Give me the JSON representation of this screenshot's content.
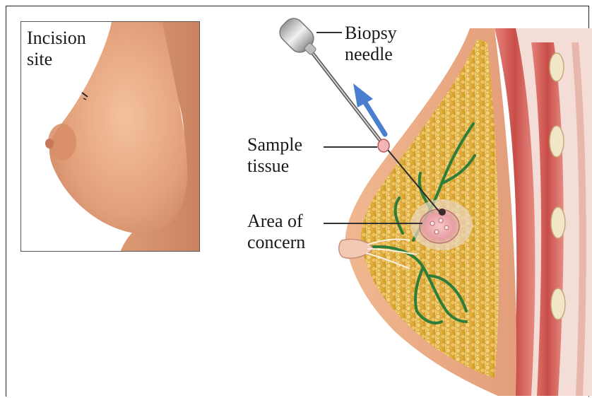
{
  "inset": {
    "label_line1": "Incision",
    "label_line2": "site"
  },
  "labels": {
    "needle_line1": "Biopsy",
    "needle_line2": "needle",
    "sample_line1": "Sample",
    "sample_line2": "tissue",
    "concern_line1": "Area of",
    "concern_line2": "concern"
  },
  "colors": {
    "skin": "#e8a47a",
    "skin_shadow": "#c97e58",
    "fat": "#e8b840",
    "duct": "#2e7d3a",
    "muscle": "#c9524e",
    "arrow": "#4a7fd0"
  }
}
